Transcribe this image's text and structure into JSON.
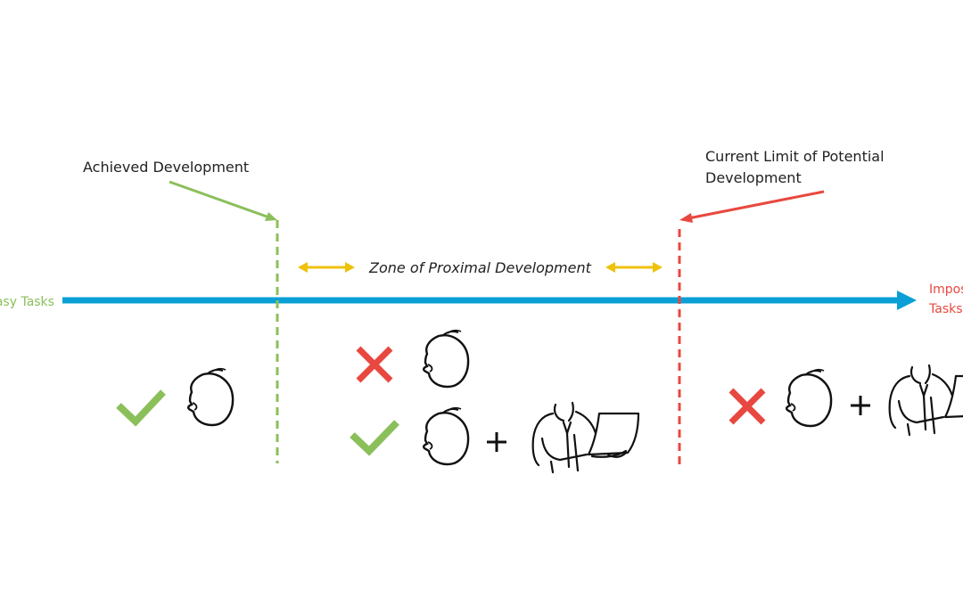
{
  "labels": {
    "achieved": "Achieved Development",
    "limit_line1": "Current Limit of Potential",
    "limit_line2": "Development",
    "zone": "Zone of Proximal Development",
    "easy": "Easy Tasks",
    "impossible_line1": "Impossible",
    "impossible_line2": "Tasks"
  },
  "colors": {
    "axis": "#0aa0d6",
    "achieved": "#8bbf5a",
    "limit": "#e8483f",
    "zone_arrows": "#efc10a",
    "text": "#222222",
    "icon_ink": "#111111"
  },
  "icons": {
    "zone_left_arrow": "double-arrow-icon",
    "zone_right_arrow": "double-arrow-icon",
    "achieved_check": "check-icon",
    "zone_cross": "cross-icon",
    "zone_check": "check-icon",
    "beyond_cross": "cross-icon",
    "head": "head-icon",
    "helper": "person-with-laptop-icon",
    "plus": "plus-icon"
  }
}
